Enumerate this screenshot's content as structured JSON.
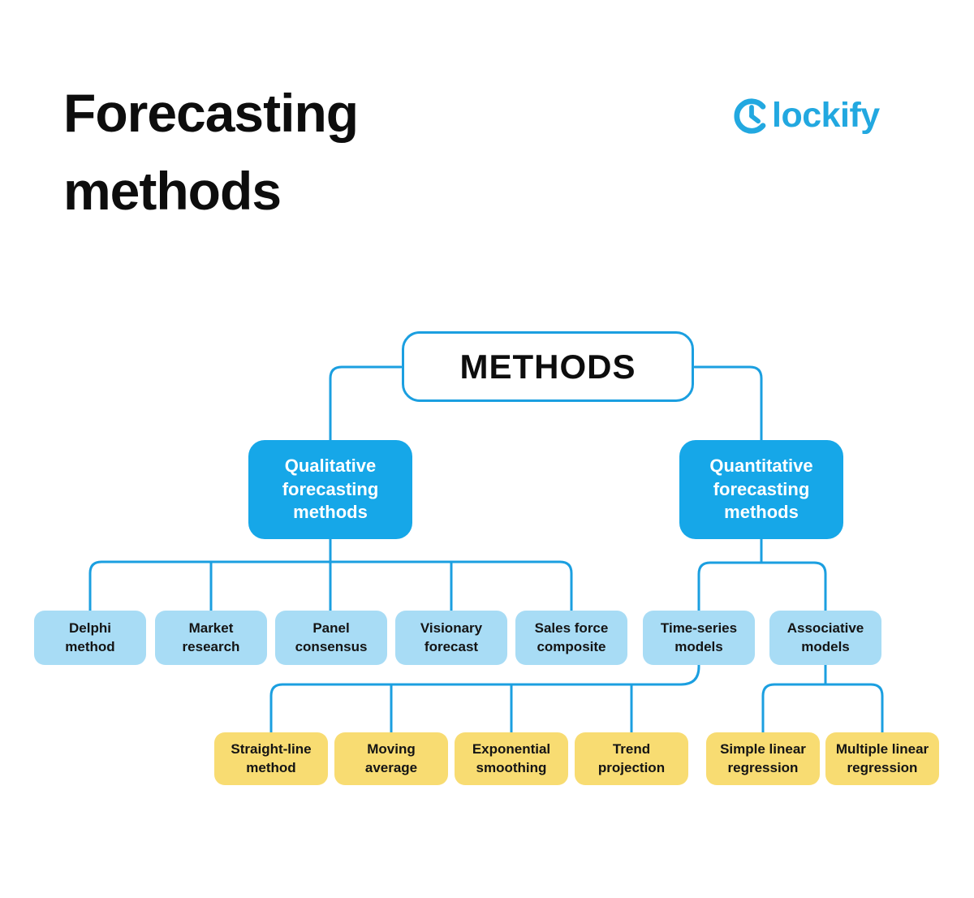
{
  "header": {
    "title": "Forecasting\nmethods"
  },
  "logo": {
    "brand": "Clockify",
    "wordmark_rest": "lockify"
  },
  "colors": {
    "brand_blue": "#22A8E0",
    "node_blue": "#16A7E8",
    "node_light_blue": "#A8DCF5",
    "node_yellow": "#F8DC72",
    "connector": "#1B9FE0",
    "ink": "#141414"
  },
  "diagram": {
    "root_label": "METHODS",
    "qualitative": {
      "label": "Qualitative\nforecasting\nmethods",
      "children": [
        {
          "label": "Delphi\nmethod"
        },
        {
          "label": "Market\nresearch"
        },
        {
          "label": "Panel\nconsensus"
        },
        {
          "label": "Visionary\nforecast"
        },
        {
          "label": "Sales force\ncomposite"
        }
      ]
    },
    "quantitative": {
      "label": "Quantitative\nforecasting\nmethods",
      "children": [
        {
          "label": "Time-series\nmodels",
          "children": [
            {
              "label": "Straight-line\nmethod"
            },
            {
              "label": "Moving\naverage"
            },
            {
              "label": "Exponential\nsmoothing"
            },
            {
              "label": "Trend\nprojection"
            }
          ]
        },
        {
          "label": "Associative\nmodels",
          "children": [
            {
              "label": "Simple linear\nregression"
            },
            {
              "label": "Multiple linear\nregression"
            }
          ]
        }
      ]
    }
  }
}
